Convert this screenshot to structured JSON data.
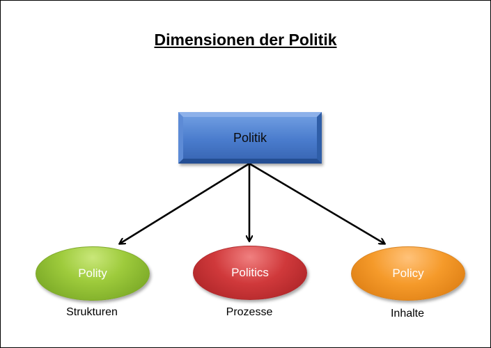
{
  "title": "Dimensionen der Politik",
  "root": {
    "label": "Politik"
  },
  "nodes": [
    {
      "label": "Polity",
      "sublabel": "Strukturen",
      "color": "#9ecb3c"
    },
    {
      "label": "Politics",
      "sublabel": "Prozesse",
      "color": "#d0393b"
    },
    {
      "label": "Policy",
      "sublabel": "Inhalte",
      "color": "#f59a2a"
    }
  ],
  "root_color": "#4a7ccd"
}
